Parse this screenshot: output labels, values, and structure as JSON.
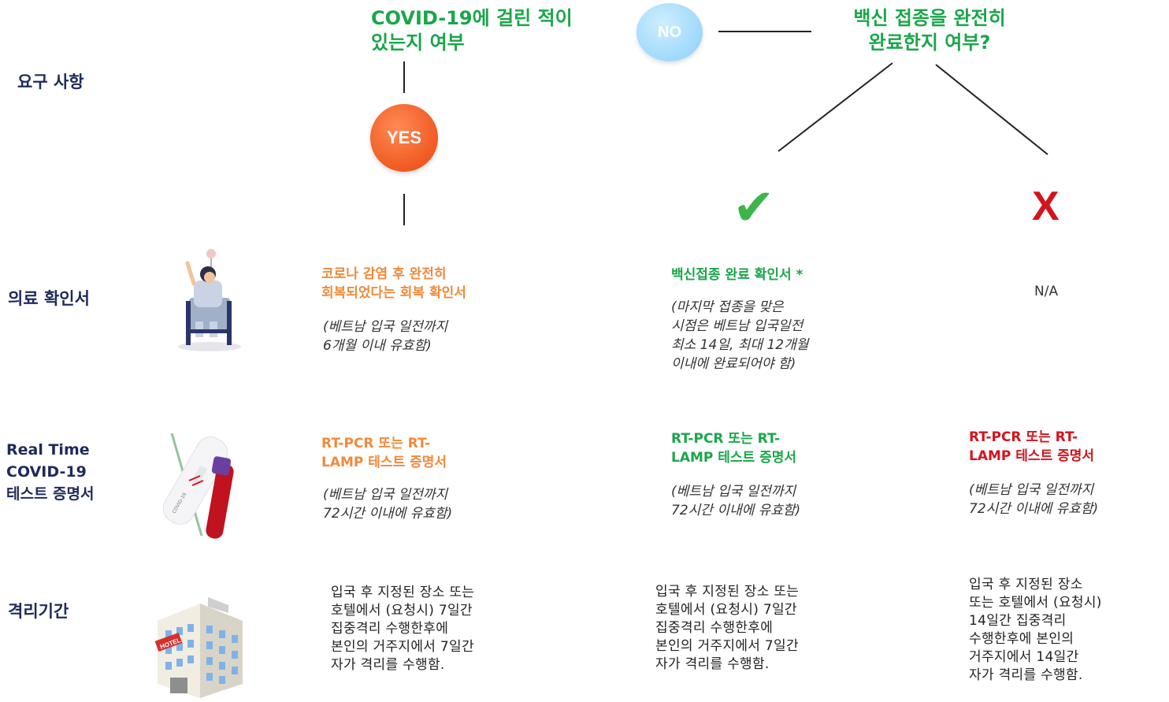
{
  "header": {
    "requirements_label": "요구 사항",
    "question_covid": "COVID-19에 걸린 적이\n있는지 여부",
    "question_vaccine": "백신 접종을 완전히\n완료한지 여부?",
    "yes_label": "YES",
    "no_label": "NO",
    "check_symbol": "✔",
    "x_symbol": "X"
  },
  "rows": {
    "medical": "의료 확인서",
    "test": "Real Time\nCOVID-19\n테스트 증명서",
    "quarantine": "격리기간"
  },
  "medical": {
    "recovered_head": "코로나 감염 후 완전히\n회복되었다는 회복 확인서",
    "recovered_note": "(베트남 입국 일전까지\n6개월 이내 유효함)",
    "vaccinated_head": "백신접종 완료 확인서 *",
    "vaccinated_note": "(마지막 접종을 맞은\n시점은 베트남 입국일전\n최소 14일, 최대 12개월\n이내에  완료되어야 함)",
    "not_vaccinated": "N/A"
  },
  "test": {
    "recovered_head": "RT-PCR 또는 RT-\nLAMP 테스트 증명서",
    "recovered_note": "(베트남 입국 일전까지\n72시간 이내에 유효함)",
    "vaccinated_head": "RT-PCR 또는 RT-\nLAMP 테스트 증명서",
    "vaccinated_note": "(베트남 입국 일전까지\n72시간 이내에 유효함)",
    "not_vaccinated_head": "RT-PCR 또는 RT-\nLAMP 테스트 증명서",
    "not_vaccinated_note": "(베트남 입국 일전까지\n72시간 이내에 유효함)"
  },
  "quarantine": {
    "recovered": "입국 후 지정된 장소 또는\n호텔에서 (요청시) 7일간\n집중격리 수행한후에\n본인의 거주지에서 7일간\n자가 격리를 수행함.",
    "vaccinated": "입국 후 지정된 장소 또는\n호텔에서 (요청시) 7일간\n집중격리 수행한후에\n본인의 거주지에서 7일간\n자가 격리를 수행함.",
    "not_vaccinated": "입국 후 지정된 장소\n또는 호텔에서 (요청시)\n14일간 집중격리\n수행한후에 본인의\n거주지에서 14일간\n자가 격리를 수행함."
  },
  "illustrations": {
    "hotel_sign": "HOTEL",
    "test_kit_text": "COVID-19"
  },
  "colors": {
    "navy": "#1f2a5c",
    "green": "#1aa64a",
    "orange": "#f08a3c",
    "red": "#d4141c"
  }
}
